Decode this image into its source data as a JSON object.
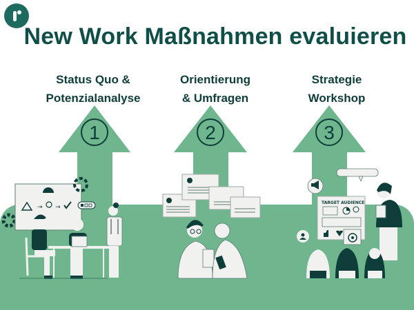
{
  "logo": {
    "letter": "r",
    "color": "#1d6b5f"
  },
  "title": "New Work Maßnahmen evaluieren",
  "colors": {
    "accent_green": "#6fb68f",
    "dark_green": "#0f3d3a",
    "title_green": "#0f4f47",
    "paper": "#f1f1ef"
  },
  "steps": [
    {
      "number": "1",
      "line1": "Status Quo &",
      "line2": "Potenzialanalyse",
      "illustration": "team-meeting-whiteboard"
    },
    {
      "number": "2",
      "line1": "Orientierung",
      "line2": "& Umfragen",
      "illustration": "survey-cards-two-people"
    },
    {
      "number": "3",
      "line1": "Strategie",
      "line2": "Workshop",
      "illustration": "presentation-target-audience"
    }
  ],
  "illustration_text": {
    "board_heading": "TARGET AUDIENCE"
  }
}
